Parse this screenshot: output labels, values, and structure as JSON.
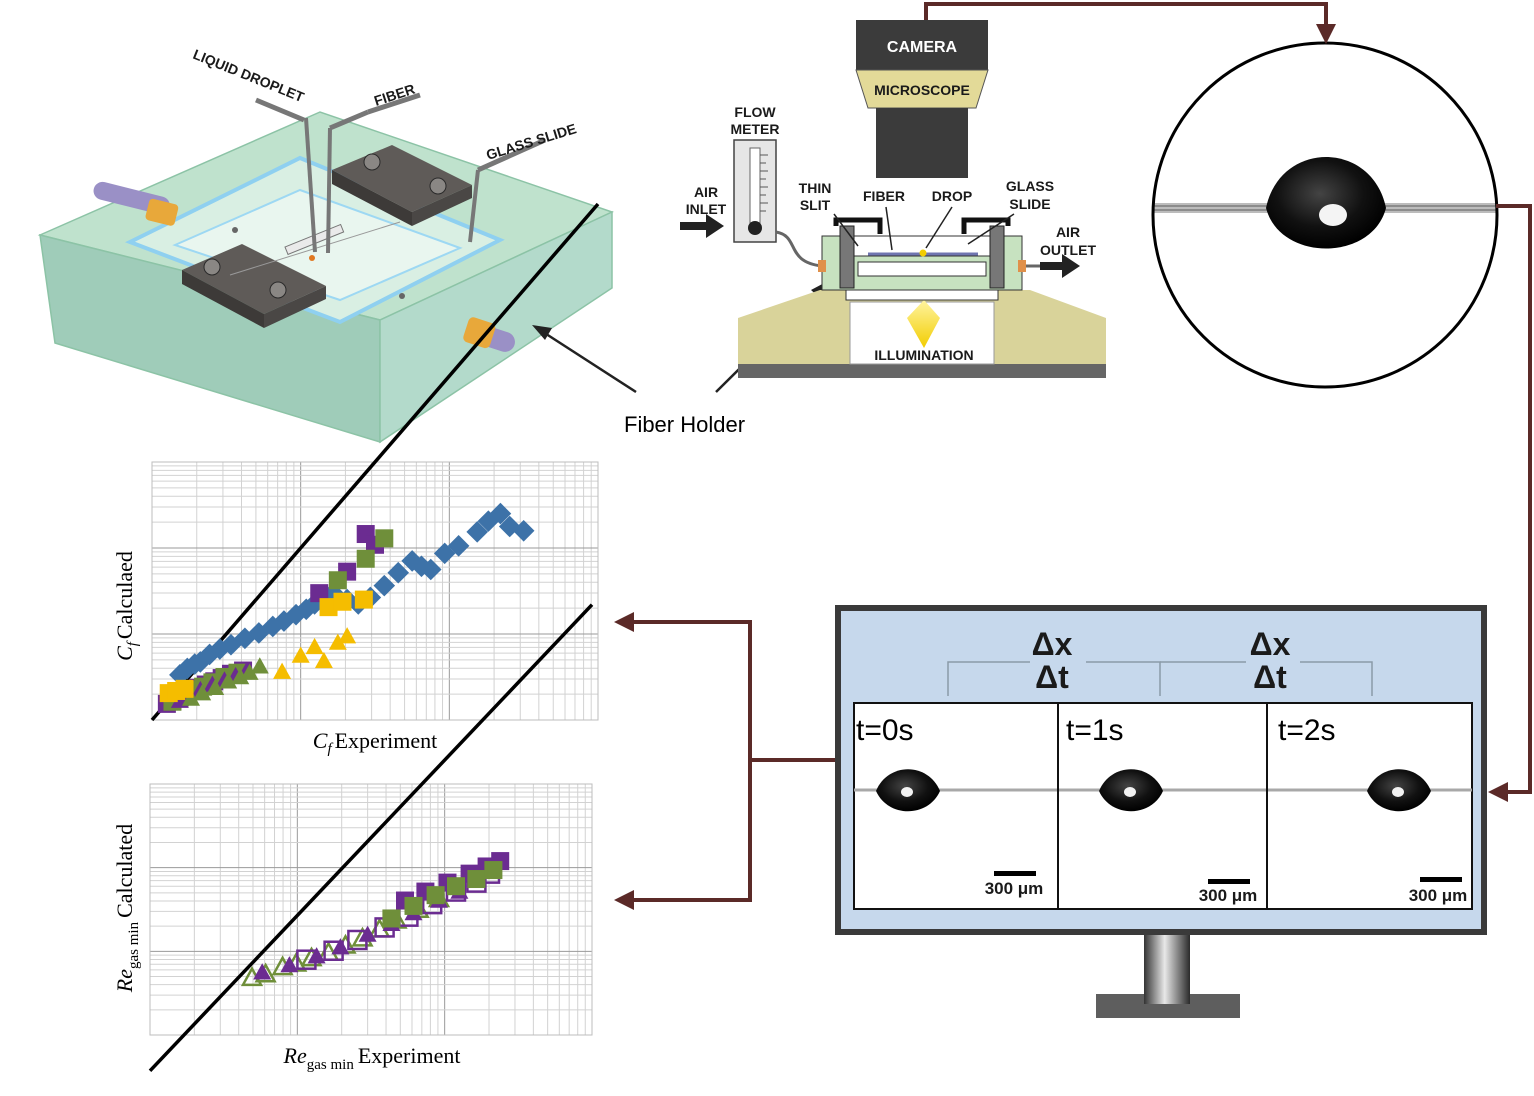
{
  "colors": {
    "arrow": "#5b2a28",
    "blue_series": "#3d72a8",
    "purple_series": "#6b2c91",
    "green_series": "#6f8f3a",
    "yellow_series": "#f5bd00",
    "monitor_bg": "#c6d8ec",
    "enclosure": "#a9d3bd"
  },
  "setup3d": {
    "label_droplet": "LIQUID DROPLET",
    "label_fiber": "FIBER",
    "label_glass": "GLASS SLIDE"
  },
  "fiber_holder_label": "Fiber Holder",
  "schematic": {
    "camera": "CAMERA",
    "microscope": "MICROSCOPE",
    "flow_meter_1": "FLOW",
    "flow_meter_2": "METER",
    "air_inlet_1": "AIR",
    "air_inlet_2": "INLET",
    "thin_slit_1": "THIN",
    "thin_slit_2": "SLIT",
    "fiber": "FIBER",
    "drop": "DROP",
    "glass_1": "GLASS",
    "glass_2": "SLIDE",
    "air_outlet_1": "AIR",
    "air_outlet_2": "OUTLET",
    "illumination": "ILLUMINATION"
  },
  "monitor": {
    "ratio1_top": "Δx",
    "ratio1_bottom": "Δt",
    "ratio2_top": "Δx",
    "ratio2_bottom": "Δt",
    "frames": [
      {
        "time": "t=0s",
        "scale": "300 μm"
      },
      {
        "time": "t=1s",
        "scale": "300 μm"
      },
      {
        "time": "t=2s",
        "scale": "300 μm"
      }
    ]
  },
  "chart_data": [
    {
      "type": "scatter",
      "title": "",
      "xlabel": "Experiment",
      "ylabel": "Calculaed",
      "symbol_prefix": "C",
      "symbol_sub": "f",
      "scale": "log",
      "grid": true,
      "parity_line": true,
      "series": [
        {
          "marker": "diamond",
          "color": "blue",
          "points": [
            [
              0.5,
              0.62
            ],
            [
              0.58,
              0.68
            ],
            [
              0.66,
              0.72
            ],
            [
              0.72,
              0.74
            ],
            [
              0.82,
              0.81
            ],
            [
              0.93,
              0.86
            ],
            [
              1.05,
              0.9
            ],
            [
              1.2,
              0.96
            ],
            [
              1.35,
              1.01
            ],
            [
              1.5,
              1.07
            ],
            [
              1.62,
              1.12
            ],
            [
              1.75,
              1.18
            ],
            [
              1.86,
              1.23
            ],
            [
              1.95,
              1.28
            ],
            [
              2.05,
              1.35
            ],
            [
              2.15,
              1.38
            ],
            [
              2.3,
              1.32
            ],
            [
              2.42,
              1.28
            ],
            [
              2.55,
              1.34
            ],
            [
              2.7,
              1.45
            ],
            [
              2.85,
              1.57
            ],
            [
              3.0,
              1.68
            ],
            [
              3.1,
              1.63
            ],
            [
              3.2,
              1.6
            ],
            [
              3.35,
              1.75
            ],
            [
              3.5,
              1.82
            ],
            [
              3.7,
              1.95
            ],
            [
              3.82,
              2.05
            ],
            [
              3.95,
              2.12
            ],
            [
              4.05,
              2.0
            ],
            [
              4.2,
              1.96
            ]
          ]
        },
        {
          "marker": "square",
          "color": "purple",
          "points": [
            [
              0.36,
              0.35
            ],
            [
              0.42,
              0.38
            ],
            [
              0.48,
              0.41
            ],
            [
              0.55,
              0.44
            ],
            [
              0.62,
              0.47
            ],
            [
              0.7,
              0.5
            ],
            [
              0.78,
              0.53
            ],
            [
              0.87,
              0.56
            ],
            [
              0.95,
              0.59
            ],
            [
              1.05,
              0.63
            ],
            [
              1.18,
              0.66
            ],
            [
              2.0,
              1.38
            ],
            [
              2.3,
              1.58
            ],
            [
              2.5,
              1.93
            ],
            [
              2.6,
              1.83
            ]
          ]
        },
        {
          "marker": "square",
          "color": "green",
          "points": [
            [
              0.42,
              0.37
            ],
            [
              0.5,
              0.41
            ],
            [
              0.58,
              0.45
            ],
            [
              0.66,
              0.48
            ],
            [
              0.75,
              0.51
            ],
            [
              0.85,
              0.55
            ],
            [
              0.98,
              0.6
            ],
            [
              1.12,
              0.64
            ],
            [
              2.2,
              1.5
            ],
            [
              2.5,
              1.7
            ],
            [
              2.7,
              1.89
            ]
          ]
        },
        {
          "marker": "triangle",
          "color": "purple",
          "points": [
            [
              0.5,
              0.38
            ],
            [
              0.6,
              0.42
            ],
            [
              0.72,
              0.48
            ],
            [
              0.85,
              0.53
            ],
            [
              0.98,
              0.57
            ],
            [
              1.1,
              0.61
            ],
            [
              1.22,
              0.66
            ]
          ]
        },
        {
          "marker": "triangle",
          "color": "green",
          "points": [
            [
              0.62,
              0.4
            ],
            [
              0.74,
              0.45
            ],
            [
              0.88,
              0.5
            ],
            [
              1.02,
              0.56
            ],
            [
              1.15,
              0.6
            ],
            [
              1.25,
              0.64
            ],
            [
              1.36,
              0.7
            ]
          ]
        },
        {
          "marker": "square",
          "color": "yellow",
          "points": [
            [
              0.38,
              0.45
            ],
            [
              0.46,
              0.47
            ],
            [
              0.55,
              0.49
            ],
            [
              2.1,
              1.25
            ],
            [
              2.25,
              1.3
            ],
            [
              2.48,
              1.32
            ]
          ]
        },
        {
          "marker": "triangle",
          "color": "yellow",
          "points": [
            [
              1.6,
              0.65
            ],
            [
              1.8,
              0.8
            ],
            [
              1.95,
              0.88
            ],
            [
              2.05,
              0.75
            ],
            [
              2.2,
              0.92
            ],
            [
              2.3,
              0.98
            ]
          ]
        }
      ]
    },
    {
      "type": "scatter",
      "title": "",
      "xlabel": "Experiment",
      "ylabel": "Calculated",
      "symbol_prefix": "Re",
      "symbol_sub": "gas min",
      "scale": "log",
      "grid": true,
      "parity_line": true,
      "series": [
        {
          "marker": "open-triangle",
          "color": "green",
          "points": [
            [
              0.6,
              0.52
            ],
            [
              0.68,
              0.54
            ],
            [
              0.78,
              0.58
            ],
            [
              0.86,
              0.6
            ],
            [
              0.95,
              0.63
            ],
            [
              1.05,
              0.66
            ],
            [
              1.15,
              0.7
            ],
            [
              1.25,
              0.74
            ],
            [
              1.35,
              0.79
            ],
            [
              1.45,
              0.84
            ],
            [
              1.58,
              0.9
            ],
            [
              1.7,
              0.96
            ]
          ]
        },
        {
          "marker": "triangle",
          "color": "purple",
          "points": [
            [
              0.66,
              0.55
            ],
            [
              0.82,
              0.59
            ],
            [
              0.98,
              0.64
            ],
            [
              1.12,
              0.69
            ],
            [
              1.28,
              0.76
            ],
            [
              1.42,
              0.82
            ],
            [
              1.55,
              0.88
            ],
            [
              1.7,
              0.95
            ],
            [
              1.82,
              1.0
            ]
          ]
        },
        {
          "marker": "open-square",
          "color": "purple",
          "points": [
            [
              0.92,
              0.62
            ],
            [
              1.08,
              0.67
            ],
            [
              1.22,
              0.73
            ],
            [
              1.38,
              0.8
            ],
            [
              1.52,
              0.86
            ],
            [
              1.66,
              0.93
            ],
            [
              1.8,
              1.0
            ],
            [
              1.92,
              1.05
            ],
            [
              2.0,
              1.1
            ]
          ]
        },
        {
          "marker": "square",
          "color": "purple",
          "points": [
            [
              1.5,
              0.95
            ],
            [
              1.62,
              1.0
            ],
            [
              1.75,
              1.05
            ],
            [
              1.88,
              1.1
            ],
            [
              1.98,
              1.14
            ],
            [
              2.06,
              1.17
            ]
          ]
        },
        {
          "marker": "square",
          "color": "green",
          "points": [
            [
              1.42,
              0.85
            ],
            [
              1.55,
              0.92
            ],
            [
              1.68,
              0.98
            ],
            [
              1.8,
              1.03
            ],
            [
              1.92,
              1.07
            ],
            [
              2.02,
              1.12
            ]
          ]
        }
      ]
    }
  ]
}
